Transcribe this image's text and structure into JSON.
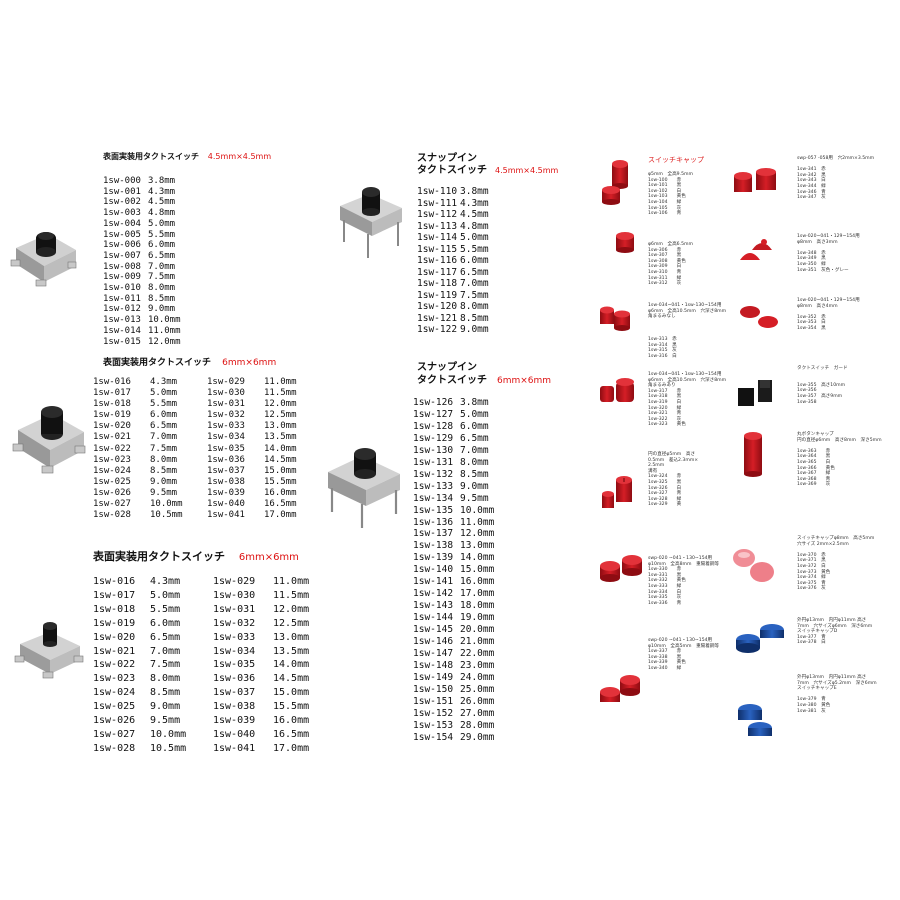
{
  "smd45": {
    "title": "表面実装用タクトスイッチ",
    "size": "4.5mm×4.5mm",
    "rows": [
      [
        "1sw-000",
        "3.8mm"
      ],
      [
        "1sw-001",
        "4.3mm"
      ],
      [
        "1sw-002",
        "4.5mm"
      ],
      [
        "1sw-003",
        "4.8mm"
      ],
      [
        "1sw-004",
        "5.0mm"
      ],
      [
        "1sw-005",
        "5.5mm"
      ],
      [
        "1sw-006",
        "6.0mm"
      ],
      [
        "1sw-007",
        "6.5mm"
      ],
      [
        "1sw-008",
        "7.0mm"
      ],
      [
        "1sw-009",
        "7.5mm"
      ],
      [
        "1sw-010",
        "8.0mm"
      ],
      [
        "1sw-011",
        "8.5mm"
      ],
      [
        "1sw-012",
        "9.0mm"
      ],
      [
        "1sw-013",
        "10.0mm"
      ],
      [
        "1sw-014",
        "11.0mm"
      ],
      [
        "1sw-015",
        "12.0mm"
      ]
    ]
  },
  "smd6a": {
    "title": "表面実装用タクトスイッチ",
    "size": "6mm×6mm",
    "rows": [
      [
        "1sw-016",
        "4.3mm",
        "1sw-029",
        "11.0mm"
      ],
      [
        "1sw-017",
        "5.0mm",
        "1sw-030",
        "11.5mm"
      ],
      [
        "1sw-018",
        "5.5mm",
        "1sw-031",
        "12.0mm"
      ],
      [
        "1sw-019",
        "6.0mm",
        "1sw-032",
        "12.5mm"
      ],
      [
        "1sw-020",
        "6.5mm",
        "1sw-033",
        "13.0mm"
      ],
      [
        "1sw-021",
        "7.0mm",
        "1sw-034",
        "13.5mm"
      ],
      [
        "1sw-022",
        "7.5mm",
        "1sw-035",
        "14.0mm"
      ],
      [
        "1sw-023",
        "8.0mm",
        "1sw-036",
        "14.5mm"
      ],
      [
        "1sw-024",
        "8.5mm",
        "1sw-037",
        "15.0mm"
      ],
      [
        "1sw-025",
        "9.0mm",
        "1sw-038",
        "15.5mm"
      ],
      [
        "1sw-026",
        "9.5mm",
        "1sw-039",
        "16.0mm"
      ],
      [
        "1sw-027",
        "10.0mm",
        "1sw-040",
        "16.5mm"
      ],
      [
        "1sw-028",
        "10.5mm",
        "1sw-041",
        "17.0mm"
      ]
    ]
  },
  "smd6b": {
    "title": "表面実装用タクトスイッチ",
    "size": "6mm×6mm",
    "rows": [
      [
        "1sw-016",
        "4.3mm",
        "1sw-029",
        "11.0mm"
      ],
      [
        "1sw-017",
        "5.0mm",
        "1sw-030",
        "11.5mm"
      ],
      [
        "1sw-018",
        "5.5mm",
        "1sw-031",
        "12.0mm"
      ],
      [
        "1sw-019",
        "6.0mm",
        "1sw-032",
        "12.5mm"
      ],
      [
        "1sw-020",
        "6.5mm",
        "1sw-033",
        "13.0mm"
      ],
      [
        "1sw-021",
        "7.0mm",
        "1sw-034",
        "13.5mm"
      ],
      [
        "1sw-022",
        "7.5mm",
        "1sw-035",
        "14.0mm"
      ],
      [
        "1sw-023",
        "8.0mm",
        "1sw-036",
        "14.5mm"
      ],
      [
        "1sw-024",
        "8.5mm",
        "1sw-037",
        "15.0mm"
      ],
      [
        "1sw-025",
        "9.0mm",
        "1sw-038",
        "15.5mm"
      ],
      [
        "1sw-026",
        "9.5mm",
        "1sw-039",
        "16.0mm"
      ],
      [
        "1sw-027",
        "10.0mm",
        "1sw-040",
        "16.5mm"
      ],
      [
        "1sw-028",
        "10.5mm",
        "1sw-041",
        "17.0mm"
      ]
    ]
  },
  "snap45": {
    "title1": "スナップイン",
    "title2": "タクトスイッチ",
    "size": "4.5mm×4.5mm",
    "rows": [
      [
        "1sw-110",
        "3.8mm"
      ],
      [
        "1sw-111",
        "4.3mm"
      ],
      [
        "1sw-112",
        "4.5mm"
      ],
      [
        "1sw-113",
        "4.8mm"
      ],
      [
        "1sw-114",
        "5.0mm"
      ],
      [
        "1sw-115",
        "5.5mm"
      ],
      [
        "1sw-116",
        "6.0mm"
      ],
      [
        "1sw-117",
        "6.5mm"
      ],
      [
        "1sw-118",
        "7.0mm"
      ],
      [
        "1sw-119",
        "7.5mm"
      ],
      [
        "1sw-120",
        "8.0mm"
      ],
      [
        "1sw-121",
        "8.5mm"
      ],
      [
        "1sw-122",
        "9.0mm"
      ]
    ]
  },
  "snap6": {
    "title1": "スナップイン",
    "title2": "タクトスイッチ",
    "size": "6mm×6mm",
    "rows": [
      [
        "1sw-126",
        "3.8mm"
      ],
      [
        "1sw-127",
        "5.0mm"
      ],
      [
        "1sw-128",
        "6.0mm"
      ],
      [
        "1sw-129",
        "6.5mm"
      ],
      [
        "1sw-130",
        "7.0mm"
      ],
      [
        "1sw-131",
        "8.0mm"
      ],
      [
        "1sw-132",
        "8.5mm"
      ],
      [
        "1sw-133",
        "9.0mm"
      ],
      [
        "1sw-134",
        "9.5mm"
      ],
      [
        "1sw-135",
        "10.0mm"
      ],
      [
        "1sw-136",
        "11.0mm"
      ],
      [
        "1sw-137",
        "12.0mm"
      ],
      [
        "1sw-138",
        "13.0mm"
      ],
      [
        "1sw-139",
        "14.0mm"
      ],
      [
        "1sw-140",
        "15.0mm"
      ],
      [
        "1sw-141",
        "16.0mm"
      ],
      [
        "1sw-142",
        "17.0mm"
      ],
      [
        "1sw-143",
        "18.0mm"
      ],
      [
        "1sw-144",
        "19.0mm"
      ],
      [
        "1sw-145",
        "20.0mm"
      ],
      [
        "1sw-146",
        "21.0mm"
      ],
      [
        "1sw-147",
        "22.0mm"
      ],
      [
        "1sw-148",
        "23.0mm"
      ],
      [
        "1sw-149",
        "24.0mm"
      ],
      [
        "1sw-150",
        "25.0mm"
      ],
      [
        "1sw-151",
        "26.0mm"
      ],
      [
        "1sw-152",
        "27.0mm"
      ],
      [
        "1sw-153",
        "28.0mm"
      ],
      [
        "1sw-154",
        "29.0mm"
      ]
    ]
  },
  "caps": {
    "heading": "スイッチキャップ",
    "g1": "φ5mm　全高9.5mm\n1sw-100　　赤\n1sw-101　　黒\n1sw-102　　白\n1sw-103　　黄色\n1sw-104　　緑\n1sw-105　　灰\n1sw-106　　青",
    "g2": "φ6mm　全高6.5mm\n1sw-306　　赤\n1sw-307　　黒\n1sw-308　　黄色\n1sw-309　　白\n1sw-310　　青\n1sw-311　　緑\n1sw-312　　灰",
    "g3": "1sw-034~041・1sw-130~154用\nφ6mm　全高10.5mm　穴深さ8mm\n角まるみなし",
    "g4": "1sw-313　赤\n1sw-314　黒\n1sw-315　灰\n1sw-316　白",
    "g5": "1sw-034~041・1sw-130~154用\nφ6mm　全高10.5mm　穴深さ8mm\n角まるみあり\n1sw-317　　赤\n1sw-318　　黒\n1sw-319　　白\n1sw-320　　緑\n1sw-321　　青\n1sw-322　　灰\n1sw-323　　黄色",
    "g6": "円の直径φ5mm　高さ\n0.5mm　差込2.3mm×\n2.5mm\n溝有\n1sw-324　　赤\n1sw-325　　黒\n1sw-326　　白\n1sw-327　　青\n1sw-328　　緑\n1sw-329　　黄",
    "g7": "swp-020 ~041・130~154用\nφ10mm　全高8mm　重陽着鋼等\n1sw-330　　赤\n1sw-331　　黒\n1sw-332　　黄色\n1sw-333　　緑\n1sw-334　　白\n1sw-335　　灰\n1sw-336　　青",
    "g8": "swp-020 ~041・130~154用\nφ10mm　全高5mm　重陽着鋼等\n1sw-337　　赤\n1sw-338　　黒\n1sw-339　　黄色\n1sw-340　　緑",
    "r1": "swp-057 -058用　穴2mm×3.5mm\n\n1sw-341　赤\n1sw-342　黒\n1sw-343　白\n1sw-344　緑\n1sw-346　青\n1sw-347　灰",
    "r2": "1sw-020~041・129~154用\nφ8mm　高さ3mm\n\n1sw-348　赤\n1sw-349　黒\n1sw-350　緑\n1sw-351　灰色・グレー",
    "r3": "1sw-020~041・129~154用\nφ8mm　高さ4mm\n\n1sw-352　赤\n1sw-353　白\n1sw-354　黒",
    "r4": "タクトスイッチ　ガード\n\n\n1sw-355　高さ10mm\n1sw-356\n1sw-357　高さ9mm\n1sw-358",
    "r5": "丸ボタンキャップ\n円の直径φ6mm　高さ8mm　深さ5mm\n\n1sw-363　　赤\n1sw-364　　黒\n1sw-365　　白\n1sw-366　　黄色\n1sw-367　　緑\n1sw-368　　青\n1sw-369　　灰",
    "r6": "スイッチキャップφ8mm　高さ5mm\n穴サイズ 2mm×2.5mm\n\n1sw-370　赤\n1sw-371　黒\n1sw-372　白\n1sw-373　黄色\n1sw-374　緑\n1sw-375　青\n1sw-376　灰",
    "r7": "外円φ13mm　内円φ11mm 高さ\n7mm　穴サイズφ6mm　深さ6mm\nスイッチキャップD\n1sw-377　青\n1sw-378　白",
    "r8": "外円φ13mm　内円φ11mm 高さ\n7mm　穴サイズφ5.2mm　深さ6mm\nスイッチキャップE\n\n1sw-379　青\n1sw-380　黄色\n1sw-381　灰"
  },
  "colors": {
    "accent": "#dd1111",
    "cap_red": "#c0141b",
    "cap_pink": "#f08d96",
    "cap_blue": "#1c4fa3",
    "switch_body": "#b8b8b8",
    "switch_button": "#151515"
  }
}
